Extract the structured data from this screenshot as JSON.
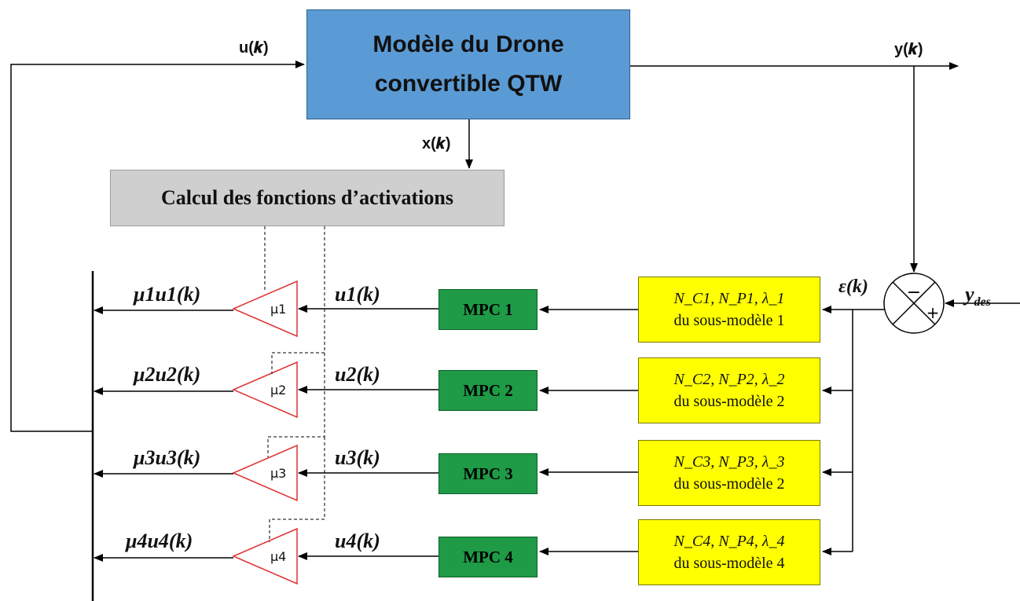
{
  "drone_model": {
    "title_line1": "Modèle du Drone",
    "title_line2": "convertible QTW"
  },
  "activation": {
    "label": "Calcul des fonctions d’activations"
  },
  "signals": {
    "u": "u(𝒌)",
    "y": "y(𝒌)",
    "x": "x(𝒌)",
    "eps": "ε(k)",
    "ydes": "y_des"
  },
  "summer": {
    "minus": "−",
    "plus": "+"
  },
  "branches": [
    {
      "mpc": "MPC 1",
      "param_line1": "N_C1, N_P1, λ_1",
      "param_line2": "du sous-modèle 1",
      "u": "u1(k)",
      "mu": "μ1",
      "out": "μ1u1(k)"
    },
    {
      "mpc": "MPC 2",
      "param_line1": "N_C2, N_P2, λ_2",
      "param_line2": "du sous-modèle 2",
      "u": "u2(k)",
      "mu": "μ2",
      "out": "μ2u2(k)"
    },
    {
      "mpc": "MPC 3",
      "param_line1": "N_C3, N_P3, λ_3",
      "param_line2": "du sous-modèle 2",
      "u": "u3(k)",
      "mu": "μ3",
      "out": "μ3u3(k)"
    },
    {
      "mpc": "MPC 4",
      "param_line1": "N_C4, N_P4, λ_4",
      "param_line2": "du sous-modèle 4",
      "u": "u4(k)",
      "mu": "μ4",
      "out": "μ4u4(k)"
    }
  ],
  "colors": {
    "drone_box": "#5b9bd5",
    "activation_box": "#cfcfcf",
    "mpc_box": "#1f9a46",
    "param_box": "#ffff00",
    "gain_triangle": "#e03030",
    "line": "#000000"
  }
}
